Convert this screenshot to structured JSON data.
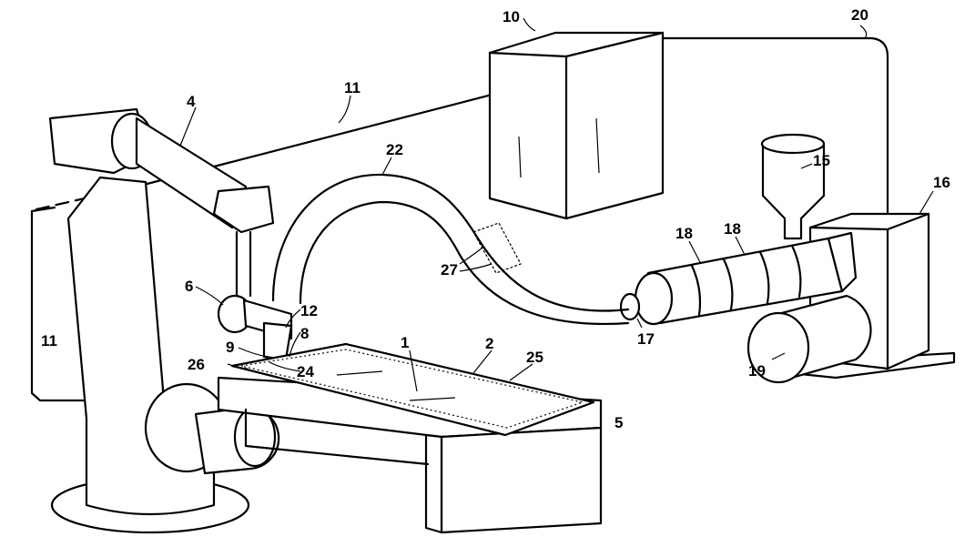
{
  "figure": {
    "labels": {
      "l10": "10",
      "l20": "20",
      "l11a": "11",
      "l4": "4",
      "l22": "22",
      "l15": "15",
      "l16": "16",
      "l18a": "18",
      "l18b": "18",
      "l27": "27",
      "l6": "6",
      "l12": "12",
      "l8": "8",
      "l9": "9",
      "l26": "26",
      "l24": "24",
      "l1": "1",
      "l2": "2",
      "l25": "25",
      "l17": "17",
      "l19": "19",
      "l11b": "11",
      "l5": "5"
    }
  }
}
